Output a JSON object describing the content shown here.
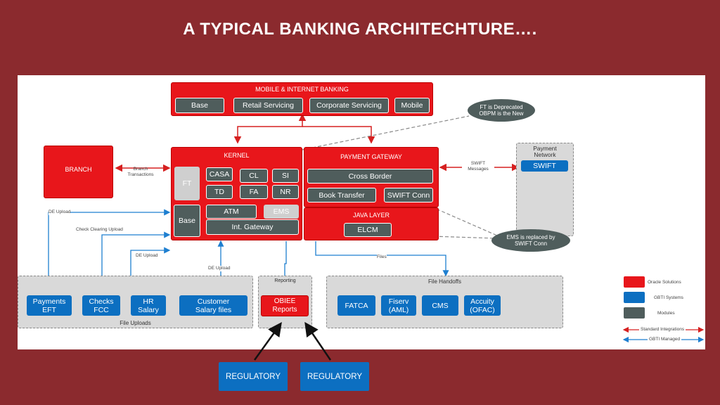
{
  "title": "A TYPICAL BANKING ARCHITECHTURE….",
  "mobile": {
    "header": "MOBILE & INTERNET BANKING",
    "items": [
      "Base",
      "Retail Servicing",
      "Corporate Servicing",
      "Mobile"
    ]
  },
  "branch": "BRANCH",
  "branch_transactions": "Branch\nTransactions",
  "kernel": {
    "header": "KERNEL",
    "ft": "FT",
    "base": "Base",
    "casa": "CASA",
    "cl": "CL",
    "si": "SI",
    "td": "TD",
    "fa": "FA",
    "nr": "NR",
    "atm": "ATM",
    "ems": "EMS",
    "int_gateway": "Int. Gateway"
  },
  "payment_gateway": {
    "header": "PAYMENT GATEWAY",
    "cross_border": "Cross Border",
    "book_transfer": "Book Transfer",
    "swift_conn": "SWIFT Conn"
  },
  "java_layer": {
    "header": "JAVA LAYER",
    "elcm": "ELCM"
  },
  "payment_network": {
    "header": "Payment\nNetwork",
    "swift": "SWIFT"
  },
  "swift_messages": "SWIFT\nMessages",
  "bubbles": {
    "ft_deprecated": "FT is Deprecated\nOBPM is the New",
    "ems_replaced": "EMS is replaced by\nSWIFT Conn"
  },
  "flow_labels": {
    "de_upload_1": "DE Upload",
    "check_clearing": "Check Clearing Upload",
    "de_upload_2": "DE Upload",
    "de_upload_3": "DE Upload",
    "files": "Files",
    "reporting": "Reporting"
  },
  "file_uploads": {
    "label": "File Uploads",
    "items": [
      "Payments\nEFT",
      "Checks\nFCC",
      "HR\nSalary",
      "Customer\nSalary files"
    ]
  },
  "obiee": "OBIEE\nReports",
  "file_handoffs": {
    "label": "File Handoffs",
    "items": [
      "FATCA",
      "Fiserv\n(AML)",
      "CMS",
      "Accuity\n(OFAC)"
    ]
  },
  "legend": {
    "oracle": "Oracle Solutions",
    "gbti": "GBTI Systems",
    "modules": "Modules",
    "standard": "Standard Integrations",
    "gbti_managed": "GBTI Managed"
  },
  "regulatory": [
    "REGULATORY",
    "REGULATORY"
  ],
  "colors": {
    "background": "#8b2a2e",
    "oracle_red": "#e8161b",
    "gbti_blue": "#0c6fc1",
    "module_gray": "#4f5d5c"
  }
}
